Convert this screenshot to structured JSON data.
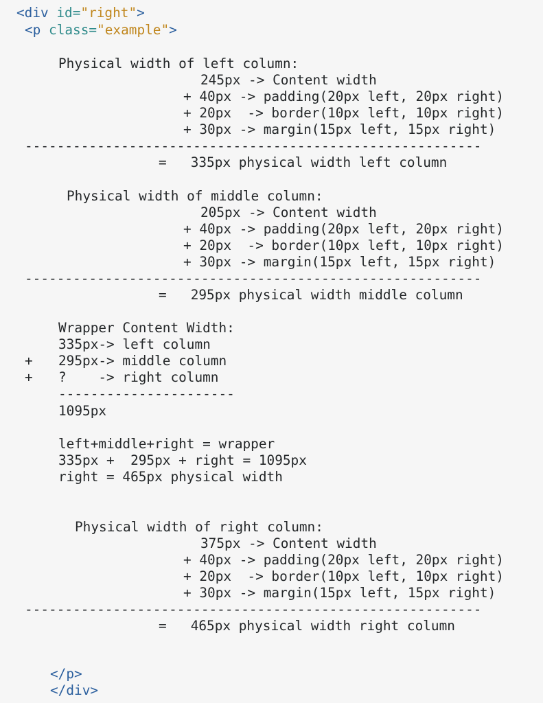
{
  "markup": {
    "div_open_prefix": "<div ",
    "div_attr": "id=",
    "div_value": "\"right\"",
    "div_open_suffix": ">",
    "p_open_prefix": "<p ",
    "p_attr": "class=",
    "p_value": "\"example\"",
    "p_open_suffix": ">",
    "p_close": "</p>",
    "div_close": "</div>"
  },
  "lines": [
    "Physical width of left column:",
    "245px -> Content width",
    "+ 40px -> padding(20px left, 20px right)",
    "+ 20px  -> border(10px left, 10px right)",
    "+ 30px -> margin(15px left, 15px right)",
    "---------------------------------------------------------",
    "=   335px physical width left column",
    "Physical width of middle column:",
    "205px -> Content width",
    "+ 40px -> padding(20px left, 20px right)",
    "+ 20px  -> border(10px left, 10px right)",
    "+ 30px -> margin(15px left, 15px right)",
    "---------------------------------------------------------",
    "=   295px physical width middle column",
    "Wrapper Content Width:",
    "335px-> left column",
    "+",
    "295px-> middle column",
    "+",
    "?    -> right column",
    "----------------------",
    "1095px",
    "left+middle+right = wrapper",
    "335px +  295px + right = 1095px",
    "right = 465px physical width",
    "Physical width of right column:",
    "375px -> Content width",
    "+ 40px -> padding(20px left, 20px right)",
    "+ 20px  -> border(10px left, 10px right)",
    "+ 30px -> margin(15px left, 15px right)",
    "---------------------------------------------------------",
    "=   465px physical width right column"
  ]
}
